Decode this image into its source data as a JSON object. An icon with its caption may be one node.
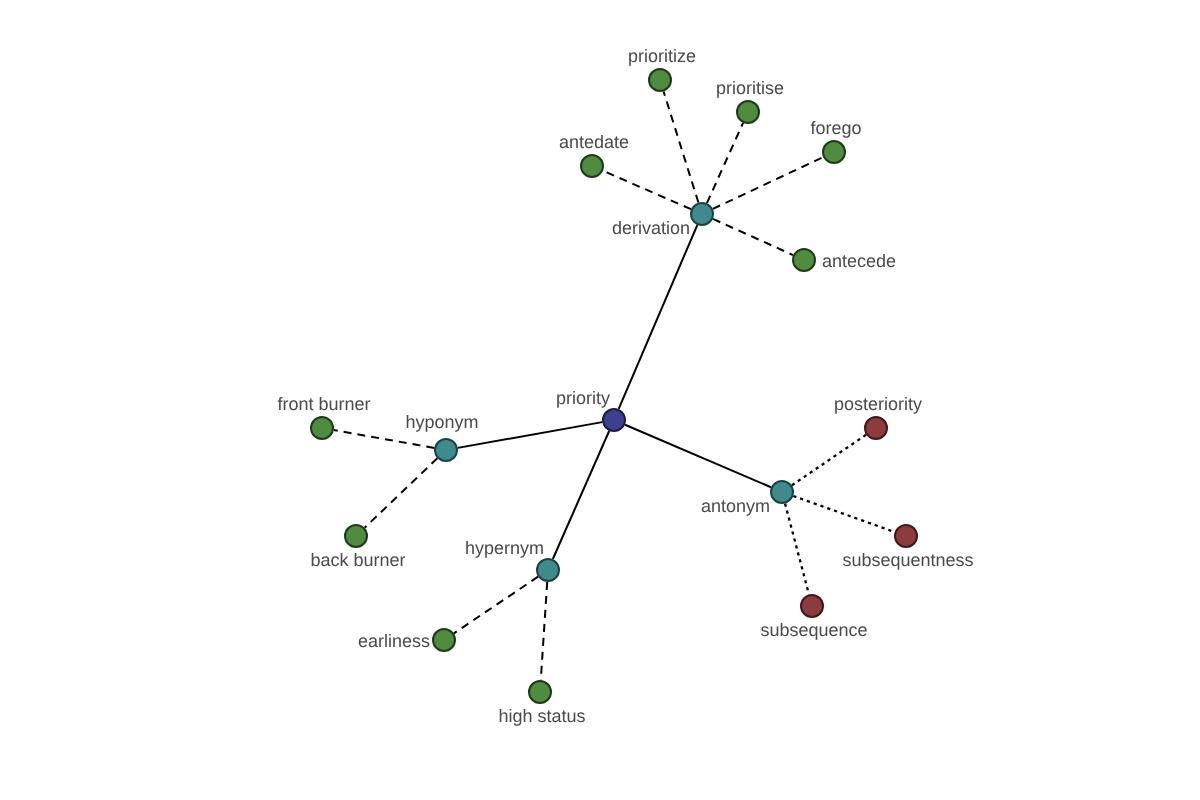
{
  "diagram": {
    "nodes": [
      {
        "text": [
          "prioritize"
        ]
      },
      {
        "text": [
          "prioritise"
        ]
      },
      {
        "text": [
          "antedate"
        ]
      },
      {
        "text": [
          "forego"
        ]
      },
      {
        "text": [
          "derivation"
        ]
      },
      {
        "text": [
          "antecede"
        ]
      },
      {
        "text": [
          "front burner"
        ]
      },
      {
        "text": [
          "priority"
        ]
      },
      {
        "text": [
          "hyponym"
        ]
      },
      {
        "text": [
          "posteriority"
        ]
      },
      {
        "text": [
          "antonym"
        ]
      },
      {
        "text": [
          "back burner"
        ]
      },
      {
        "text": [
          "subsequentness"
        ]
      },
      {
        "text": [
          "hypernym"
        ]
      },
      {
        "text": [
          "subsequence"
        ]
      },
      {
        "text": [
          "earliness"
        ]
      },
      {
        "text": [
          "high status"
        ]
      }
    ],
    "edges": [
      {
        "from": 7,
        "to": 4,
        "arrow": "none"
      },
      {
        "from": 7,
        "to": 8,
        "arrow": "none"
      },
      {
        "from": 7,
        "to": 13,
        "arrow": "none"
      },
      {
        "from": 7,
        "to": 10,
        "arrow": "none"
      },
      {
        "from": 4,
        "to": 0,
        "arrow": "none",
        "style": "dashed"
      },
      {
        "from": 4,
        "to": 1,
        "arrow": "none",
        "style": "dashed"
      },
      {
        "from": 4,
        "to": 2,
        "arrow": "none",
        "style": "dashed"
      },
      {
        "from": 4,
        "to": 3,
        "arrow": "none",
        "style": "dashed"
      },
      {
        "from": 4,
        "to": 5,
        "arrow": "none",
        "style": "dashed"
      },
      {
        "from": 8,
        "to": 6,
        "arrow": "none",
        "style": "dashed"
      },
      {
        "from": 8,
        "to": 11,
        "arrow": "none",
        "style": "dashed"
      },
      {
        "from": 13,
        "to": 15,
        "arrow": "none",
        "style": "dashed"
      },
      {
        "from": 13,
        "to": 16,
        "arrow": "none",
        "style": "dashed"
      },
      {
        "from": 10,
        "to": 9,
        "arrow": "none",
        "style": "dashed"
      },
      {
        "from": 10,
        "to": 12,
        "arrow": "none",
        "style": "dashed"
      },
      {
        "from": 10,
        "to": 14,
        "arrow": "none",
        "style": "dashed"
      }
    ]
  }
}
